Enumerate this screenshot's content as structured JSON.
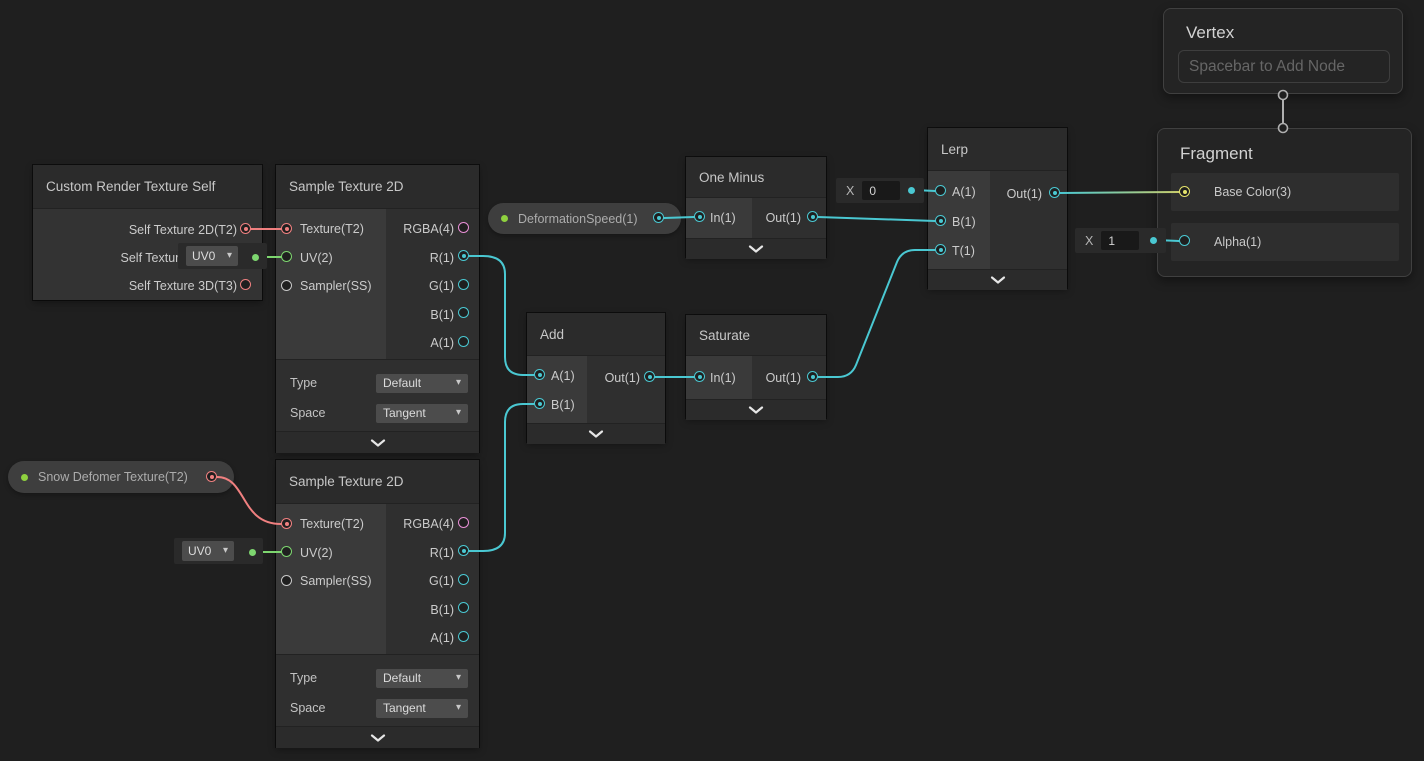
{
  "colors": {
    "canvas_bg": "#1F1F1F",
    "wire_cyan": "#4AC8D2",
    "wire_red": "#F08080",
    "wire_green": "#7DD66F",
    "wire_gradient_end": "#C9CC6B",
    "port_pink": "#E88FD6",
    "port_yellow": "#E5E36B",
    "port_gray": "#C8C8C8",
    "property_dot_green": "#8FD13F",
    "connector_gray": "#AFAFAF"
  },
  "vertex": {
    "title": "Vertex",
    "placeholder": "Spacebar to Add Node"
  },
  "fragment": {
    "title": "Fragment",
    "base_color_label": "Base Color(3)",
    "alpha_label": "Alpha(1)",
    "alpha_field": {
      "label": "X",
      "value": "1"
    }
  },
  "lerp": {
    "title": "Lerp",
    "a": "A(1)",
    "b": "B(1)",
    "t": "T(1)",
    "out": "Out(1)",
    "a_field": {
      "label": "X",
      "value": "0"
    }
  },
  "one_minus": {
    "title": "One Minus",
    "in": "In(1)",
    "out": "Out(1)"
  },
  "saturate": {
    "title": "Saturate",
    "in": "In(1)",
    "out": "Out(1)"
  },
  "add": {
    "title": "Add",
    "a": "A(1)",
    "b": "B(1)",
    "out": "Out(1)"
  },
  "crt_self": {
    "title": "Custom Render Texture Self",
    "outputs": [
      "Self Texture 2D(T2)",
      "Self Texture Cube(C)",
      "Self Texture 3D(T3)"
    ]
  },
  "sample_texture": {
    "title": "Sample Texture 2D",
    "inputs": [
      "Texture(T2)",
      "UV(2)",
      "Sampler(SS)"
    ],
    "outputs": [
      "RGBA(4)",
      "R(1)",
      "G(1)",
      "B(1)",
      "A(1)"
    ],
    "type_label": "Type",
    "type_value": "Default",
    "space_label": "Space",
    "space_value": "Tangent"
  },
  "uv_widget": {
    "value": "UV0"
  },
  "properties": {
    "deformation_speed": "DeformationSpeed(1)",
    "snow_deformer": "Snow Defomer Texture(T2)"
  }
}
